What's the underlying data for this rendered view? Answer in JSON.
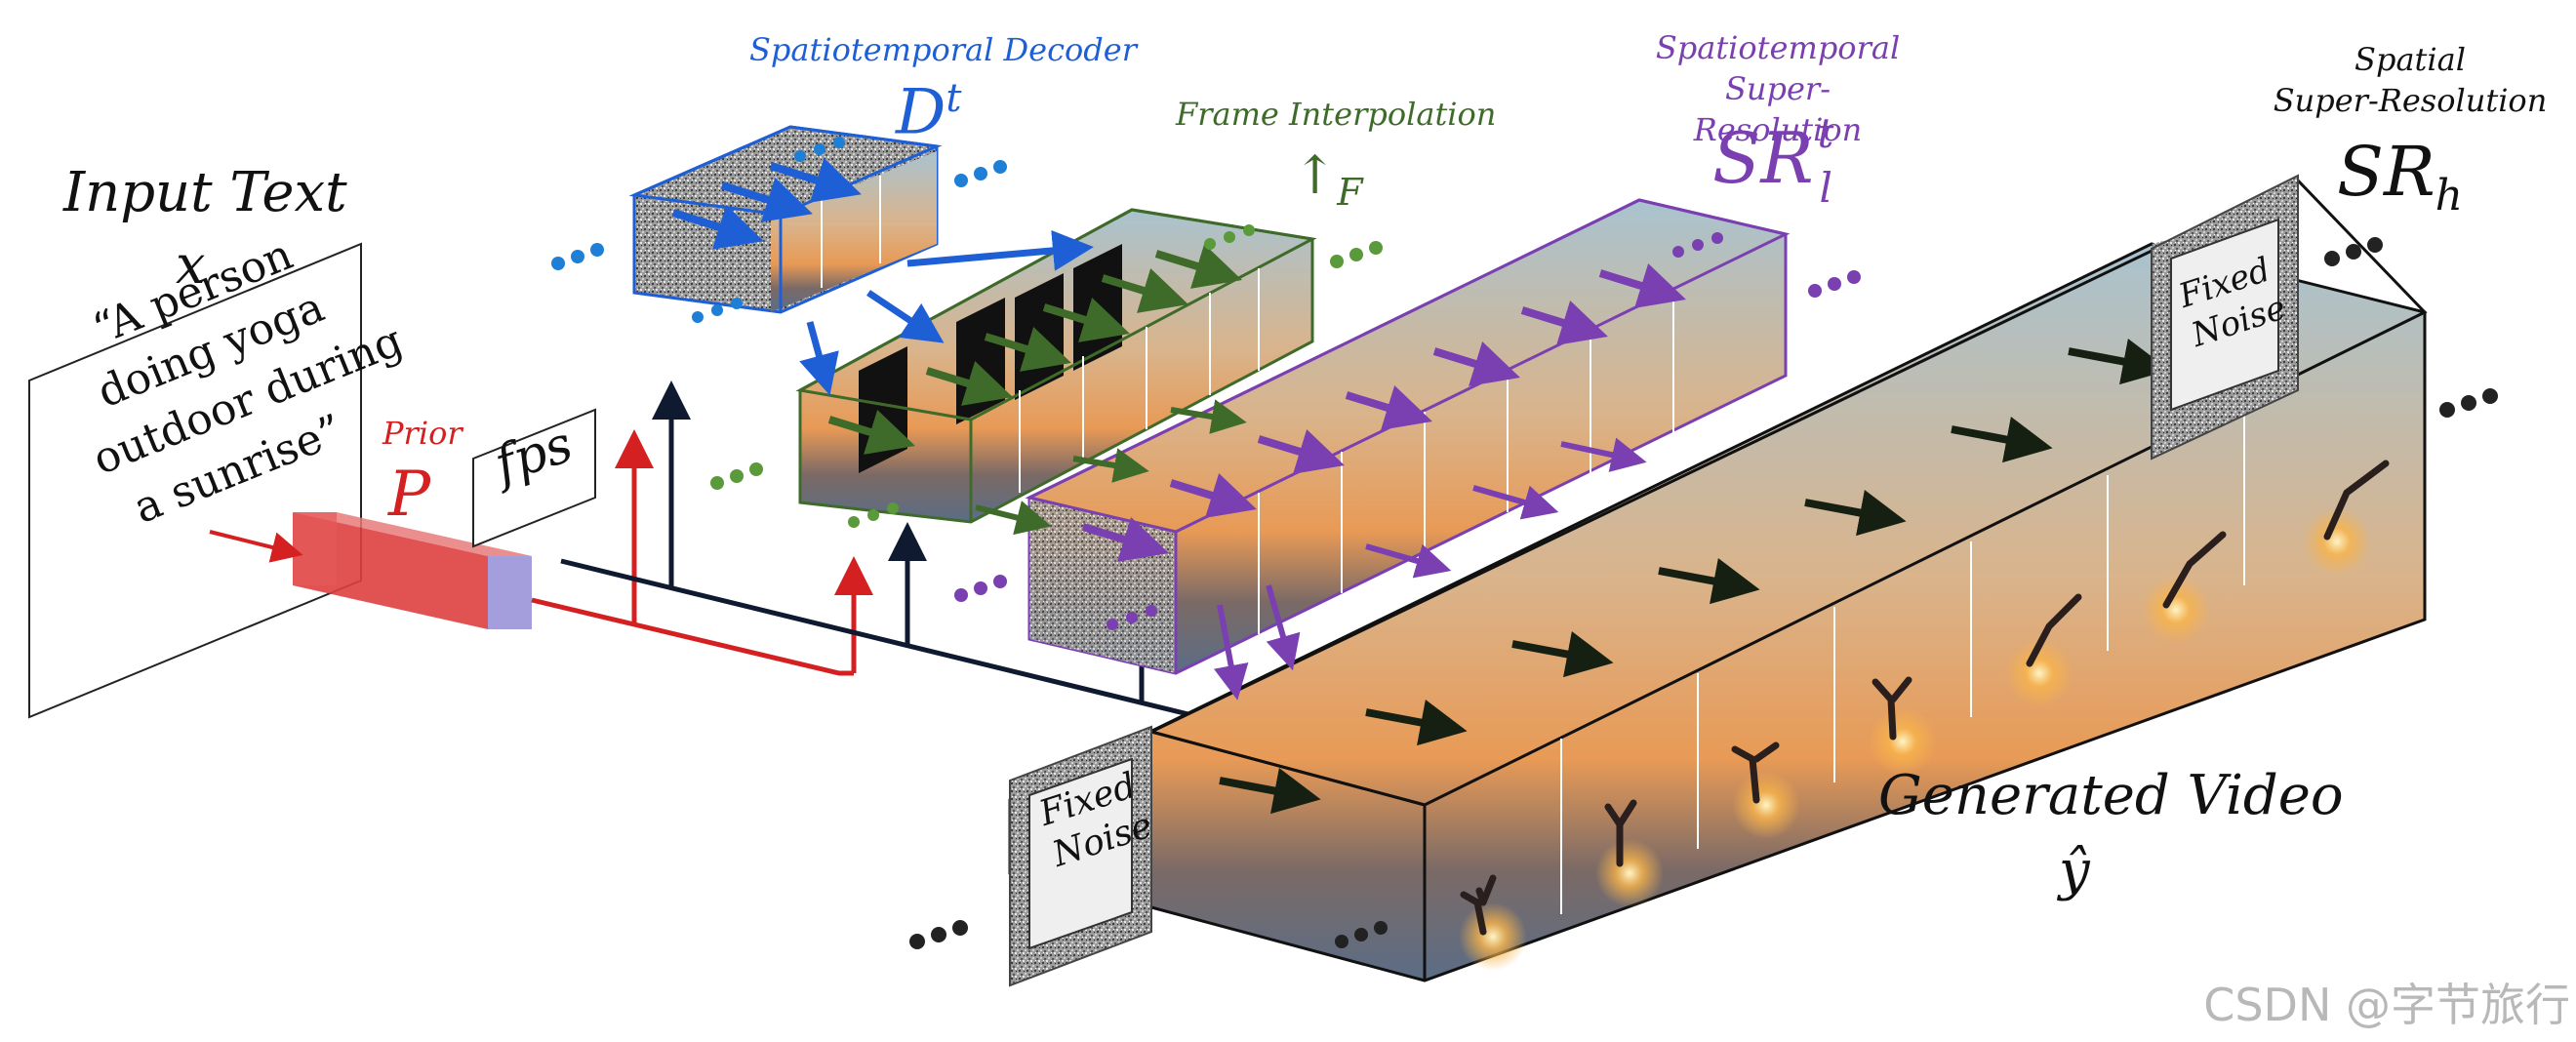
{
  "input": {
    "title": "Input Text",
    "symbol": "x",
    "quote_lines": [
      "“A person",
      "doing yoga",
      "outdoor during",
      "a sunrise”"
    ]
  },
  "prior": {
    "caption": "Prior",
    "symbol": "P",
    "fps": "fps"
  },
  "decoder": {
    "caption": "Spatiotemporal Decoder",
    "symbol_base": "D",
    "symbol_sup": "t"
  },
  "interp": {
    "caption": "Frame Interpolation",
    "symbol_arrow": "↑",
    "symbol_sub": "F"
  },
  "sr_low": {
    "caption_line1": "Spatiotemporal",
    "caption_line2": "Super-Resolution",
    "symbol_base": "SR",
    "symbol_sub": "l",
    "symbol_sup": "t"
  },
  "sr_high": {
    "caption_line1": "Spatial",
    "caption_line2": "Super-Resolution",
    "symbol_base": "SR",
    "symbol_sub": "h"
  },
  "output": {
    "title": "Generated Video",
    "symbol": "ŷ"
  },
  "noise": {
    "label_line1": "Fixed",
    "label_line2": "Noise"
  },
  "watermark": "CSDN @字节旅行",
  "colors": {
    "decoder": "#1f5fd6",
    "interp": "#3f6b2a",
    "sr_low": "#7a3fb0",
    "sr_high": "#111111",
    "prior": "#d42020",
    "arrow_dark": "#0f1a30"
  }
}
